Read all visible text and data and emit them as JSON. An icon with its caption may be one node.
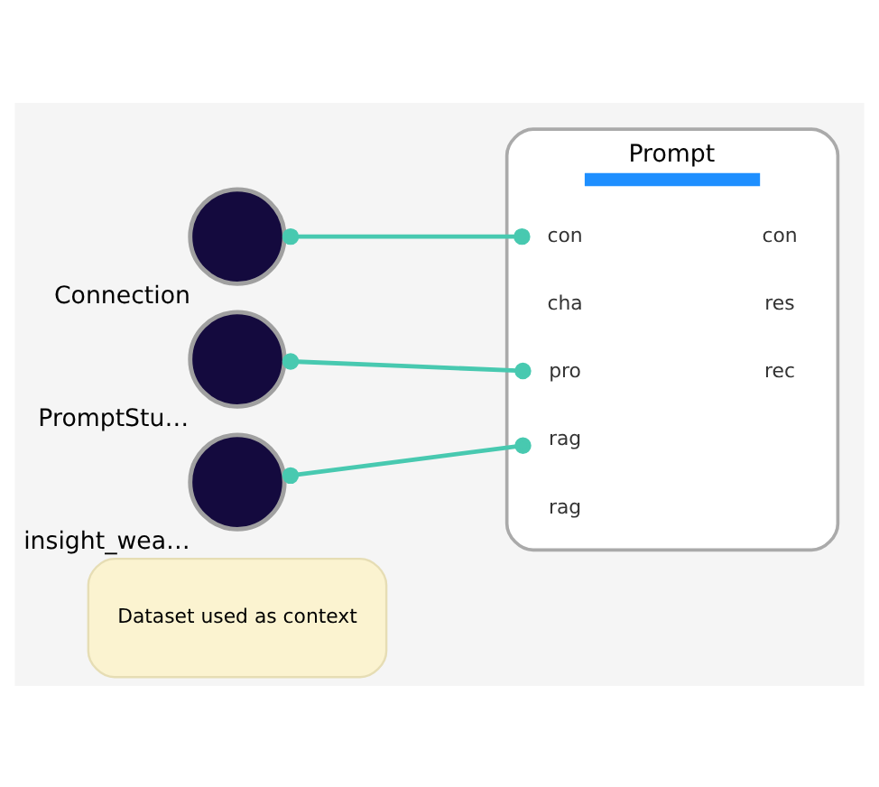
{
  "diagram": {
    "nodes": [
      {
        "text": [
          "Connection"
        ]
      },
      {
        "text": [
          "PromptStu…"
        ]
      },
      {
        "text": [
          "insight_wea…"
        ]
      },
      {
        "text": [
          "Prompt"
        ]
      },
      {
        "text": [
          "con"
        ],
        "in": 3
      },
      {
        "text": [
          "cha"
        ],
        "in": 3
      },
      {
        "text": [
          "pro"
        ],
        "in": 3
      },
      {
        "text": [
          "rag"
        ],
        "in": 3
      },
      {
        "text": [
          "rag"
        ],
        "in": 3
      },
      {
        "text": [
          "con"
        ],
        "in": 3
      },
      {
        "text": [
          "res"
        ],
        "in": 3
      },
      {
        "text": [
          "rec"
        ],
        "in": 3
      },
      {
        "text": [
          "Dataset used as context"
        ]
      }
    ],
    "edges": [
      {
        "from": 0,
        "to": 4,
        "arrow": "other"
      },
      {
        "from": 1,
        "to": 6,
        "arrow": "other"
      },
      {
        "from": 2,
        "to": 7,
        "arrow": "other"
      }
    ]
  }
}
